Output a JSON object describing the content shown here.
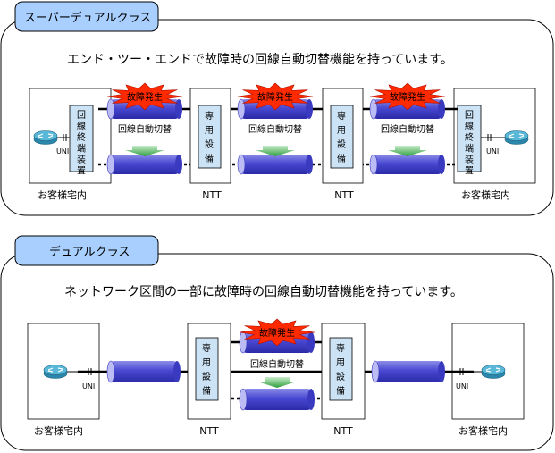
{
  "super": {
    "tab_label": "スーパーデュアルクラス",
    "description": "エンド・ツー・エンドで故障時の回線自動切替機能を持っています。",
    "terminal_left": "回線終端装置",
    "terminal_right": "回線終端装置",
    "customer_left": "お客様宅内",
    "customer_right": "お客様宅内",
    "uni_left": "UNI",
    "uni_right": "UNI",
    "nodes": [
      {
        "label": "専用設備",
        "caption": "NTT"
      },
      {
        "label": "専用設備",
        "caption": "NTT"
      }
    ],
    "segments": [
      {
        "fault": "故障発生",
        "switch": "回線自動切替"
      },
      {
        "fault": "故障発生",
        "switch": "回線自動切替"
      },
      {
        "fault": "故障発生",
        "switch": "回線自動切替"
      }
    ]
  },
  "dual": {
    "tab_label": "デュアルクラス",
    "description": "ネットワーク区間の一部に故障時の回線自動切替機能を持っています。",
    "customer_left": "お客様宅内",
    "customer_right": "お客様宅内",
    "uni_left": "UNI",
    "uni_right": "UNI",
    "nodes": [
      {
        "label": "専用設備",
        "caption": "NTT"
      },
      {
        "label": "専用設備",
        "caption": "NTT"
      }
    ],
    "segment": {
      "fault": "故障発生",
      "switch": "回線自動切替"
    }
  },
  "colors": {
    "tab_fill": "#a9cfff",
    "panel_fill": "#cce3f6",
    "pipe_fill": "#4f4fd8",
    "pipe_light": "#bcbcf4",
    "burst_fill": "#ff2a00",
    "arrow_fill": "#3cae4a",
    "router_fill": "#3fa3c8"
  }
}
